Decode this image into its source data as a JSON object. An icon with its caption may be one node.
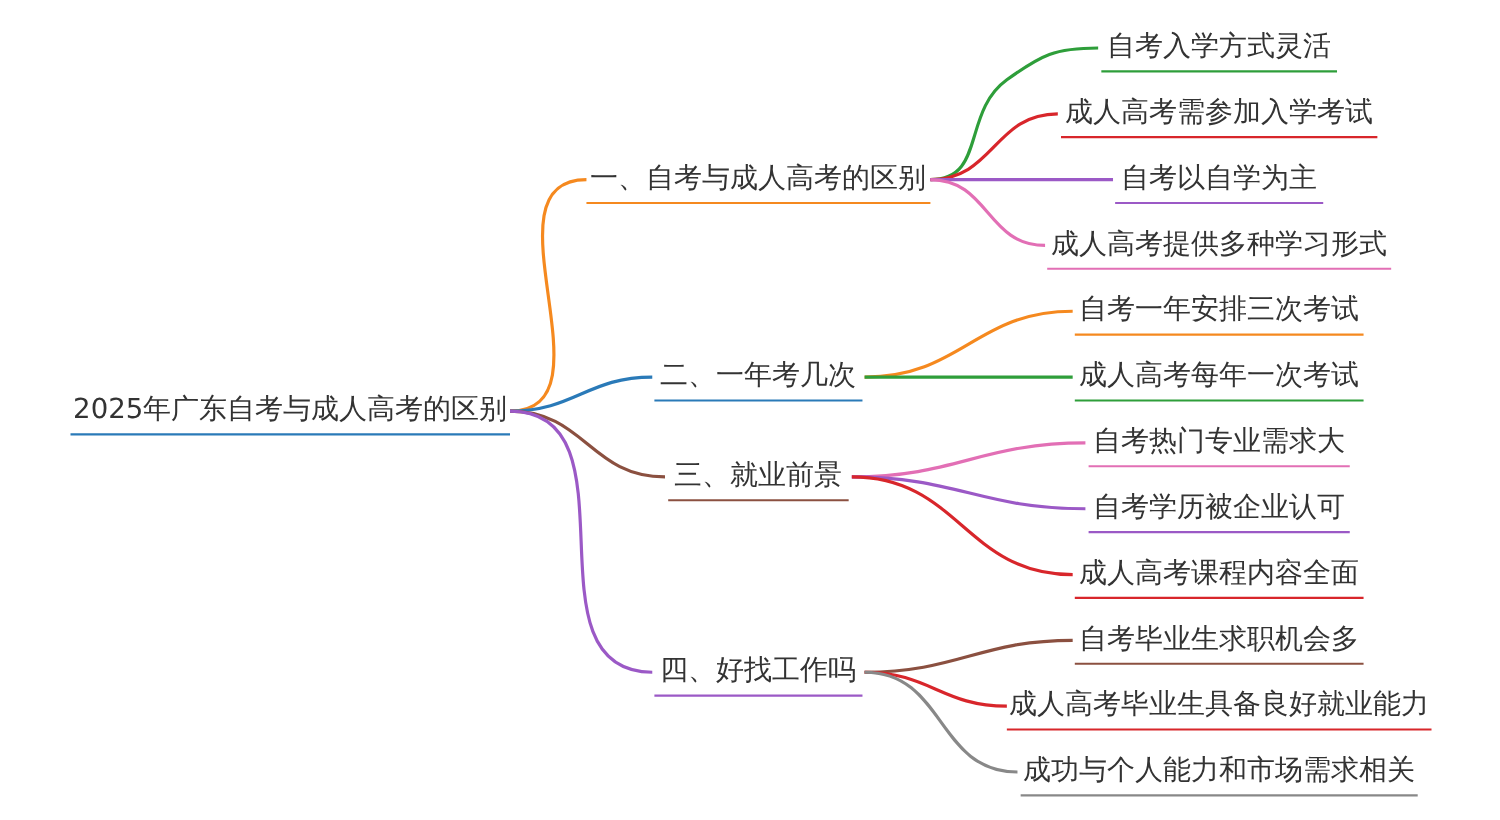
{
  "diagram": {
    "nodes": [
      {
        "text": [
          "2025年广东自考与成人高考的区别"
        ]
      },
      {
        "text": [
          "一、自考与成人高考的区别"
        ]
      },
      {
        "text": [
          "自考入学方式灵活"
        ]
      },
      {
        "text": [
          "成人高考需参加入学考试"
        ]
      },
      {
        "text": [
          "自考以自学为主"
        ]
      },
      {
        "text": [
          "成人高考提供多种学习形式"
        ]
      },
      {
        "text": [
          "二、一年考几次"
        ]
      },
      {
        "text": [
          "自考一年安排三次考试"
        ]
      },
      {
        "text": [
          "成人高考每年一次考试"
        ]
      },
      {
        "text": [
          "三、就业前景"
        ]
      },
      {
        "text": [
          "自考热门专业需求大"
        ]
      },
      {
        "text": [
          "自考学历被企业认可"
        ]
      },
      {
        "text": [
          "成人高考课程内容全面"
        ]
      },
      {
        "text": [
          "四、好找工作吗"
        ]
      },
      {
        "text": [
          "自考毕业生求职机会多"
        ]
      },
      {
        "text": [
          "成人高考毕业生具备良好就业能力"
        ]
      },
      {
        "text": [
          "成功与个人能力和市场需求相关"
        ]
      }
    ],
    "edges": [
      {
        "from": 0,
        "to": 1,
        "arrow": "none",
        "color": "#f5891f"
      },
      {
        "from": 1,
        "to": 2,
        "arrow": "none",
        "color": "#2e9e3a"
      },
      {
        "from": 1,
        "to": 3,
        "arrow": "none",
        "color": "#d8262b"
      },
      {
        "from": 1,
        "to": 4,
        "arrow": "none",
        "color": "#9b59c6"
      },
      {
        "from": 1,
        "to": 5,
        "arrow": "none",
        "color": "#e26fb5"
      },
      {
        "from": 0,
        "to": 6,
        "arrow": "none",
        "color": "#2a7ab8"
      },
      {
        "from": 6,
        "to": 7,
        "arrow": "none",
        "color": "#f5891f"
      },
      {
        "from": 6,
        "to": 8,
        "arrow": "none",
        "color": "#2e9e3a"
      },
      {
        "from": 0,
        "to": 9,
        "arrow": "none",
        "color": "#8b5040"
      },
      {
        "from": 9,
        "to": 10,
        "arrow": "none",
        "color": "#e26fb5"
      },
      {
        "from": 9,
        "to": 11,
        "arrow": "none",
        "color": "#9b59c6"
      },
      {
        "from": 9,
        "to": 12,
        "arrow": "none",
        "color": "#d8262b"
      },
      {
        "from": 0,
        "to": 13,
        "arrow": "none",
        "color": "#9b59c6"
      },
      {
        "from": 13,
        "to": 14,
        "arrow": "none",
        "color": "#8b5040"
      },
      {
        "from": 13,
        "to": 15,
        "arrow": "none",
        "color": "#d8262b"
      },
      {
        "from": 13,
        "to": 16,
        "arrow": "none",
        "color": "#888888"
      }
    ]
  }
}
